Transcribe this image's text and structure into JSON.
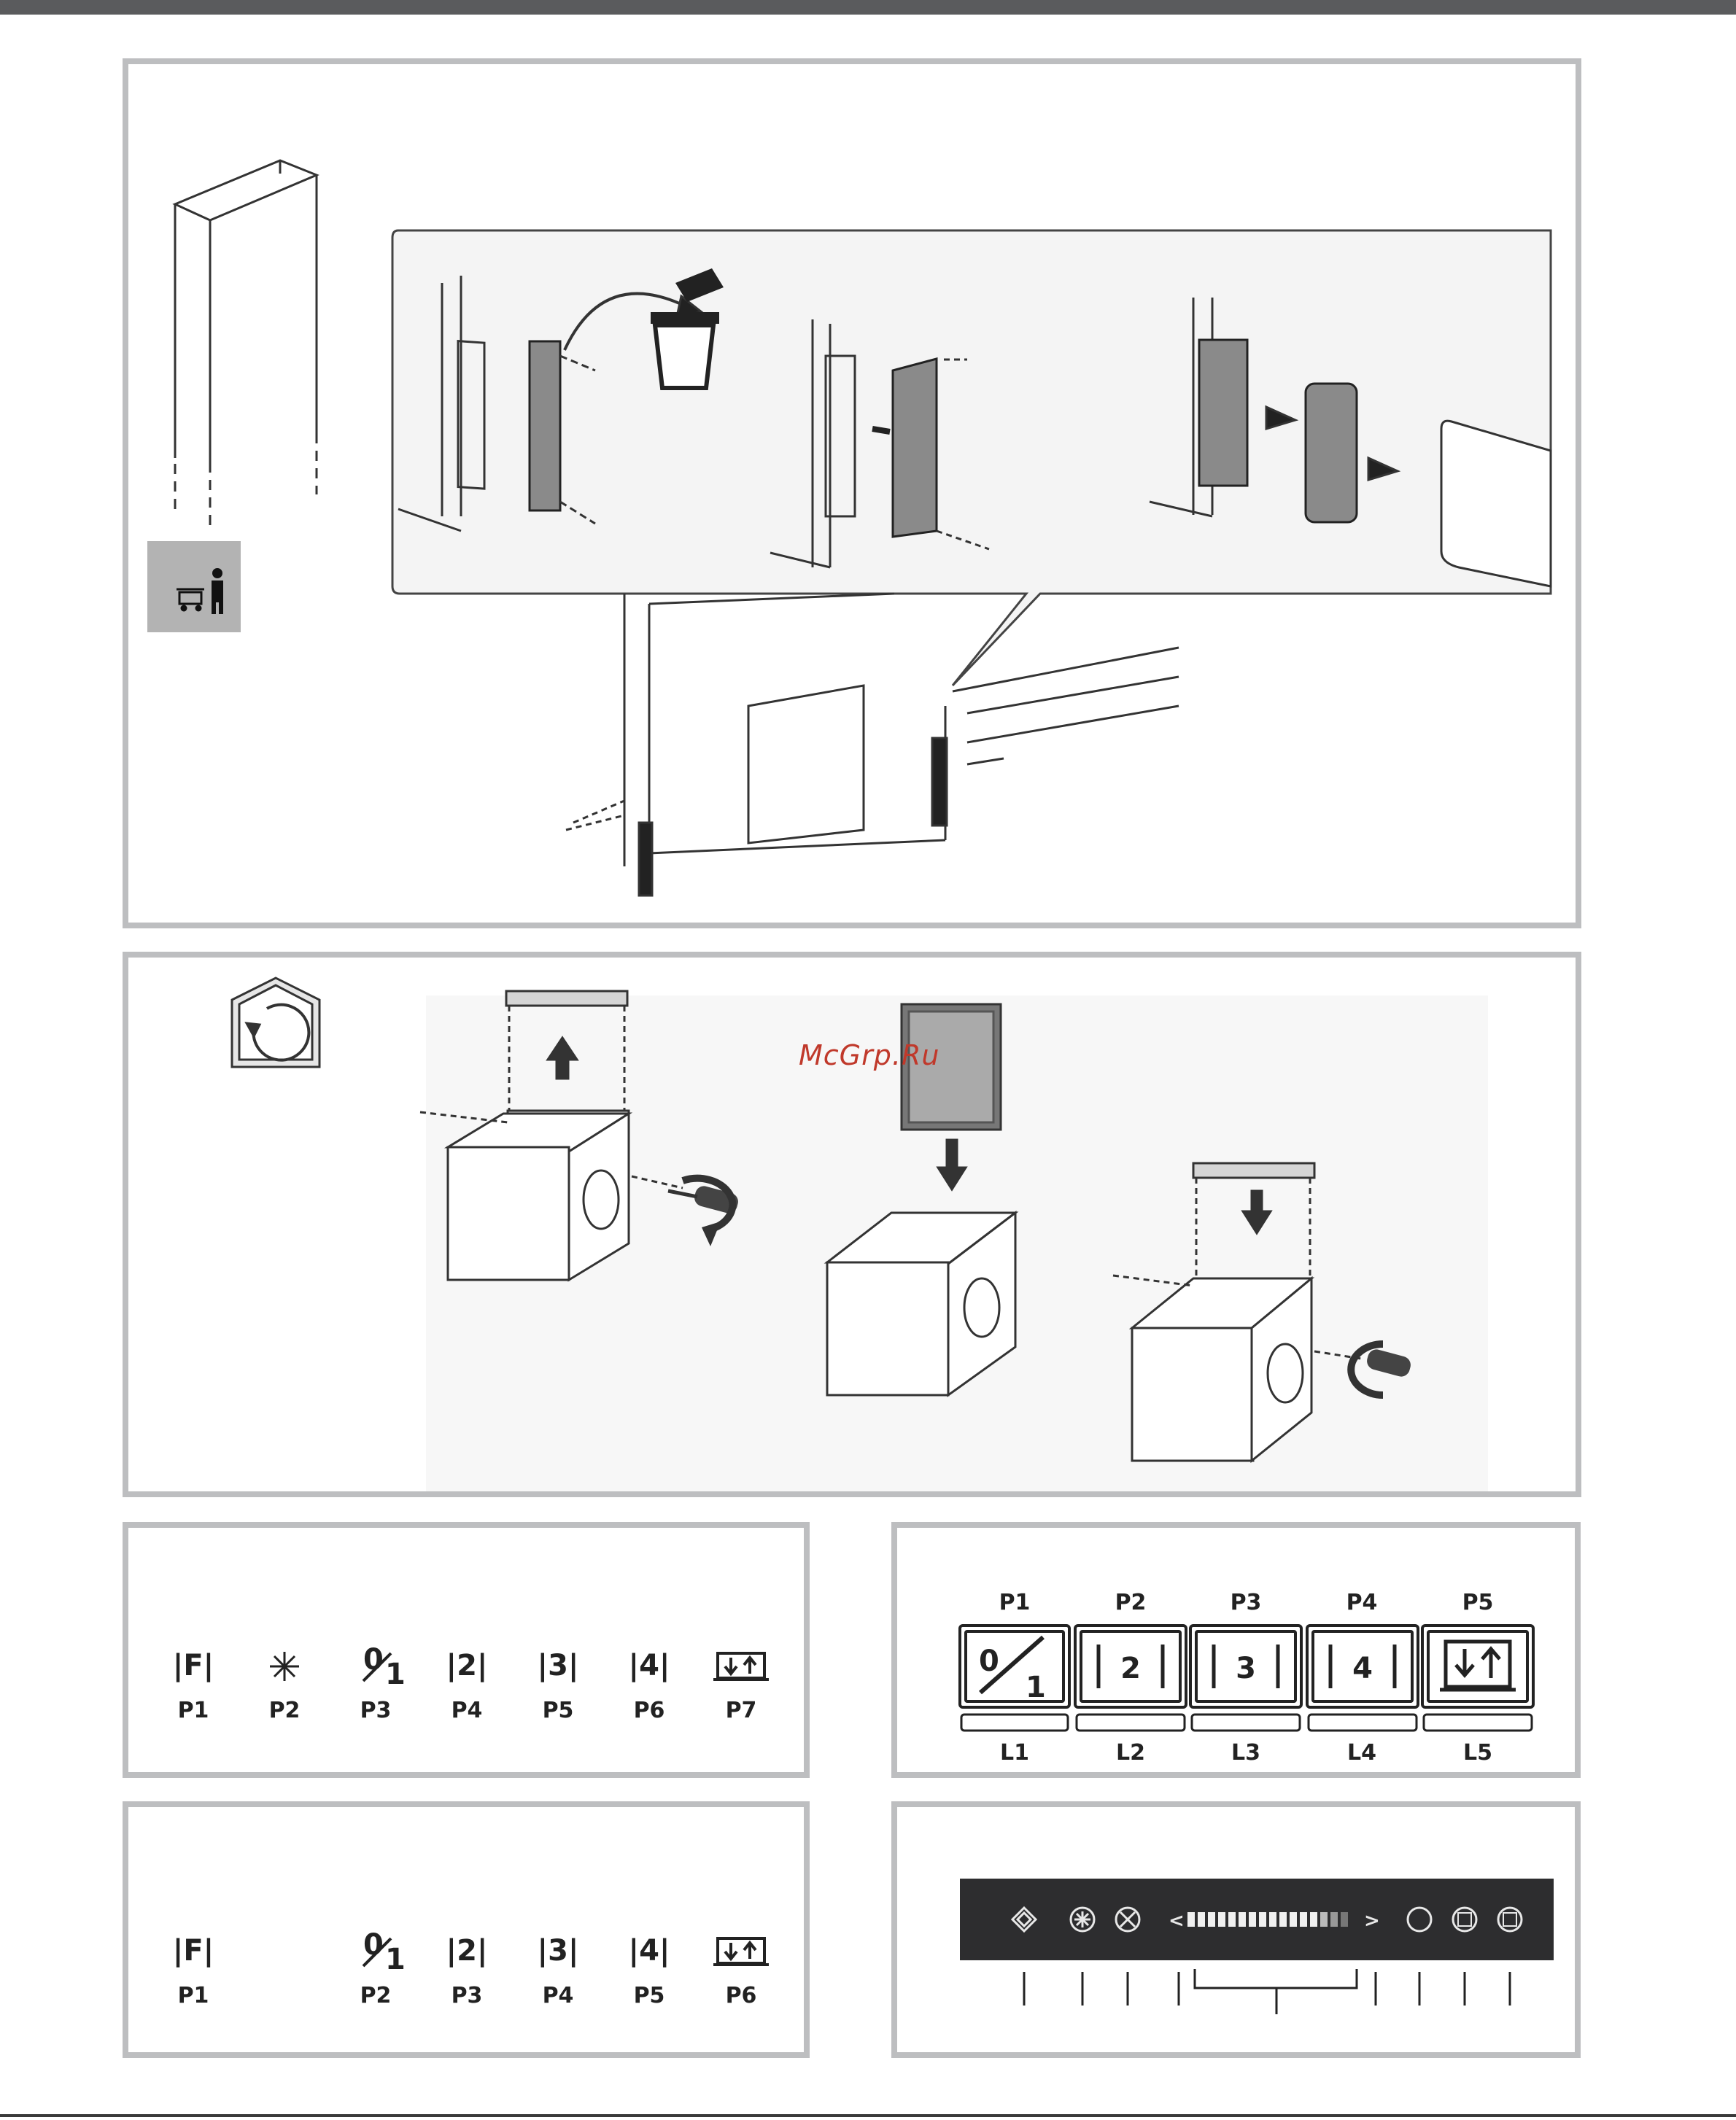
{
  "watermark": "McGrp.Ru",
  "panel_p7": {
    "labels": [
      "P1",
      "P2",
      "P3",
      "P4",
      "P5",
      "P6",
      "P7"
    ]
  },
  "panel_p6": {
    "labels": [
      "P1",
      "P2",
      "P3",
      "P4",
      "P5",
      "P6"
    ]
  },
  "panel_keys": {
    "top_labels": [
      "P1",
      "P2",
      "P3",
      "P4",
      "P5"
    ],
    "key_symbols": [
      "2",
      "3",
      "4"
    ],
    "bottom_labels": [
      "L1",
      "L2",
      "L3",
      "L4",
      "L5"
    ]
  },
  "icons": {
    "shopping": "shopping-cart-person-icon",
    "service": "house-rotate-icon",
    "trash": "trash-bin-icon",
    "screwdriver": "screwdriver-icon"
  },
  "colors": {
    "panel_border": "#bdbec0",
    "display_bg": "#2d2d2f",
    "watermark": "#c0392b"
  }
}
